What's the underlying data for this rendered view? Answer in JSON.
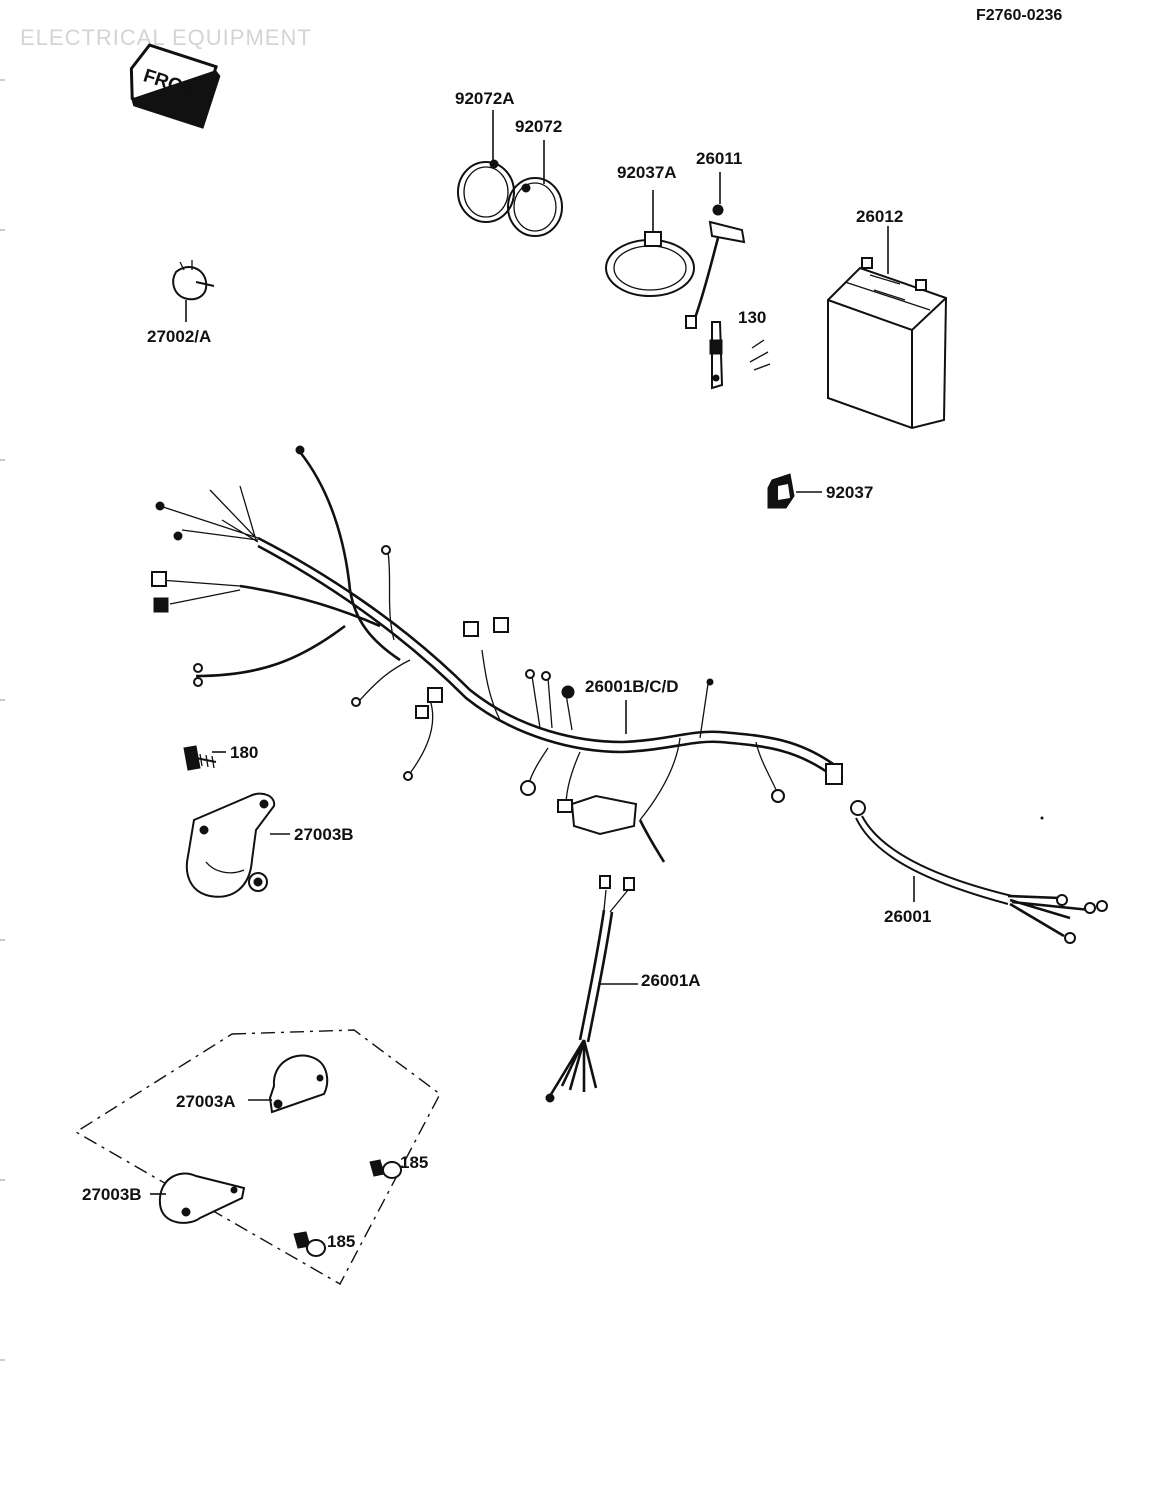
{
  "header": {
    "doc_code": "F2760-0236",
    "section_title": "ELECTRICAL EQUIPMENT",
    "front_label": "FRONT"
  },
  "callouts": [
    {
      "id": "92072A",
      "text": "92072A"
    },
    {
      "id": "92072",
      "text": "92072"
    },
    {
      "id": "92037A",
      "text": "92037A"
    },
    {
      "id": "26011",
      "text": "26011"
    },
    {
      "id": "26012",
      "text": "26012"
    },
    {
      "id": "27002A",
      "text": "27002/A"
    },
    {
      "id": "130",
      "text": "130"
    },
    {
      "id": "92037",
      "text": "92037"
    },
    {
      "id": "26001BCD",
      "text": "26001B/C/D"
    },
    {
      "id": "180",
      "text": "180"
    },
    {
      "id": "27003B_top",
      "text": "27003B"
    },
    {
      "id": "26001",
      "text": "26001"
    },
    {
      "id": "26001A",
      "text": "26001A"
    },
    {
      "id": "27003A",
      "text": "27003A"
    },
    {
      "id": "185_a",
      "text": "185"
    },
    {
      "id": "27003B_bottom",
      "text": "27003B"
    },
    {
      "id": "185_b",
      "text": "185"
    }
  ],
  "colors": {
    "ink": "#111111",
    "paper": "#ffffff",
    "faint": "#cccccc"
  },
  "icons": [
    "front-arrow-icon",
    "horn-icon",
    "battery-icon",
    "wiring-harness-icon",
    "band-icon",
    "relay-icon",
    "bolt-icon",
    "clamp-icon"
  ]
}
